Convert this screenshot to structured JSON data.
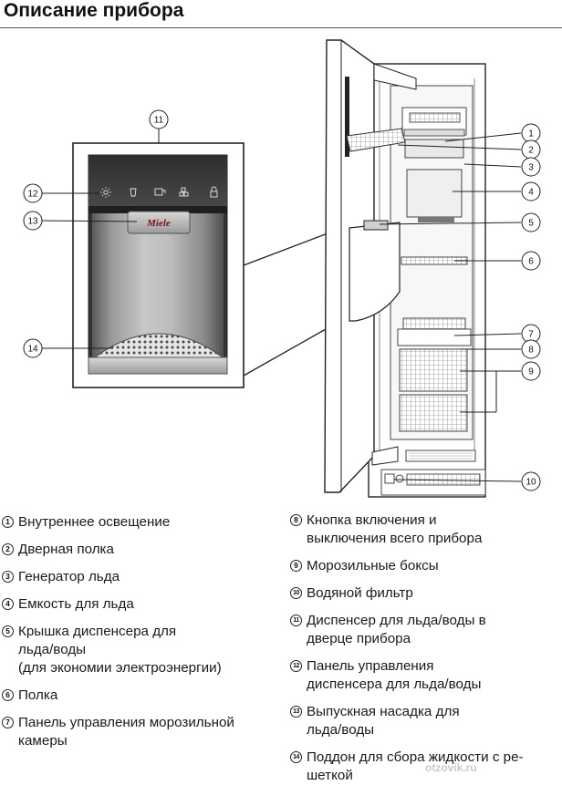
{
  "title": "Описание прибора",
  "callouts": [
    "1",
    "2",
    "3",
    "4",
    "5",
    "6",
    "7",
    "8",
    "9",
    "10",
    "11",
    "12",
    "13",
    "14"
  ],
  "legend_left": [
    {
      "num": "1",
      "text": "Внутреннее освещение"
    },
    {
      "num": "2",
      "text": "Дверная полка"
    },
    {
      "num": "3",
      "text": "Генератор льда"
    },
    {
      "num": "4",
      "text": "Емкость для льда"
    },
    {
      "num": "5",
      "text": "Крышка диспенсера для\nльда/воды\n(для экономии электроэнергии)"
    },
    {
      "num": "6",
      "text": "Полка"
    },
    {
      "num": "7",
      "text": "Панель управления морозильной\nкамеры"
    }
  ],
  "legend_right": [
    {
      "num": "8",
      "text": "Кнопка включения и\nвыключения всего прибора"
    },
    {
      "num": "9",
      "text": "Морозильные боксы"
    },
    {
      "num": "10",
      "text": "Водяной фильтр"
    },
    {
      "num": "11",
      "text": "Диспенсер для льда/воды в\nдверце прибора"
    },
    {
      "num": "12",
      "text": "Панель управления\nдиспенсера для льда/воды"
    },
    {
      "num": "13",
      "text": "Выпускная насадка для\nльда/воды"
    },
    {
      "num": "14",
      "text": "Поддон для сбора жидкости с ре-\nшеткой"
    }
  ],
  "dispenser_logo": "Miele",
  "watermark": "otzovik.ru"
}
